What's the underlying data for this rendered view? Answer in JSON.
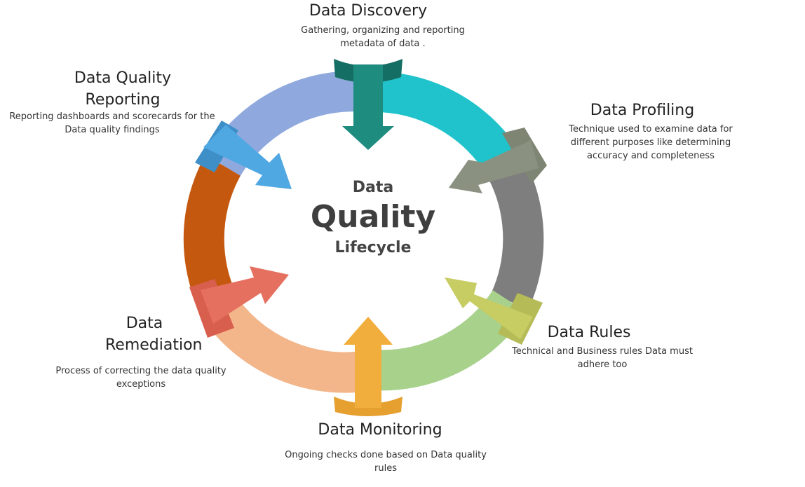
{
  "center": {
    "line1": "Data",
    "line2": "Quality",
    "line3": "Lifecycle"
  },
  "stages": [
    {
      "id": "discovery",
      "title": "Data Discovery",
      "description": "Gathering, organizing and reporting metadata of data .",
      "color": "#1E8C7E"
    },
    {
      "id": "profiling",
      "title": "Data Profiling",
      "description": "Technique used to examine data for different purposes like determining accuracy and completeness",
      "color": "#1FC1CA"
    },
    {
      "id": "rules",
      "title": "Data Rules",
      "description": "Technical and Business rules Data must adhere too",
      "color": "#C7CC63"
    },
    {
      "id": "monitoring",
      "title": "Data Monitoring",
      "description": "Ongoing checks done based on Data quality rules",
      "color": "#F2AE3D"
    },
    {
      "id": "remediation",
      "title": "Data Remediation",
      "description": "Process of correcting the data quality exceptions",
      "color": "#E6705F"
    },
    {
      "id": "reporting",
      "title": "Data Quality Reporting",
      "description": "Reporting dashboards and scorecards for the Data quality findings",
      "color": "#4FA8E2"
    }
  ]
}
